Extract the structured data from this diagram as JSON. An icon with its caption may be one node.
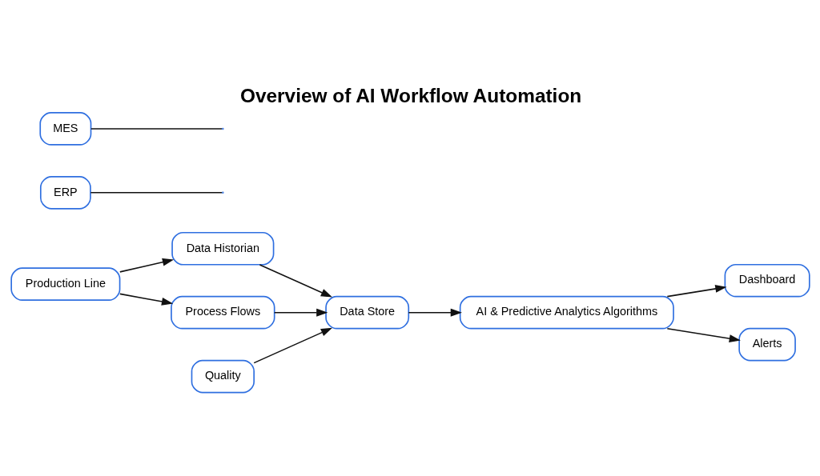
{
  "diagram": {
    "title": "Overview of AI Workflow Automation",
    "nodes": [
      {
        "text": [
          "Production Line"
        ]
      },
      {
        "text": [
          "Data Historian"
        ]
      },
      {
        "text": [
          "Process Flows"
        ]
      },
      {
        "text": [
          "ERP"
        ]
      },
      {
        "text": [
          "Quality"
        ]
      },
      {
        "text": [
          "MES"
        ]
      },
      {
        "text": [
          "Data Store"
        ]
      },
      {
        "text": [
          "AI & Predictive Analytics Algorithms"
        ]
      },
      {
        "text": [
          "Dashboard"
        ]
      },
      {
        "text": [
          "Alerts"
        ]
      }
    ],
    "edges": [
      {
        "from": 0,
        "to": 1,
        "arrow": "to"
      },
      {
        "from": 0,
        "to": 2,
        "arrow": "to"
      },
      {
        "from": 1,
        "to": 6,
        "arrow": "to"
      },
      {
        "from": 2,
        "to": 6,
        "arrow": "to"
      },
      {
        "from": 3,
        "to": null,
        "arrow": "none"
      },
      {
        "from": 4,
        "to": 6,
        "arrow": "to"
      },
      {
        "from": 5,
        "to": null,
        "arrow": "none"
      },
      {
        "from": 6,
        "to": 7,
        "arrow": "to"
      },
      {
        "from": 7,
        "to": 8,
        "arrow": "to"
      },
      {
        "from": 7,
        "to": 9,
        "arrow": "to"
      }
    ]
  }
}
